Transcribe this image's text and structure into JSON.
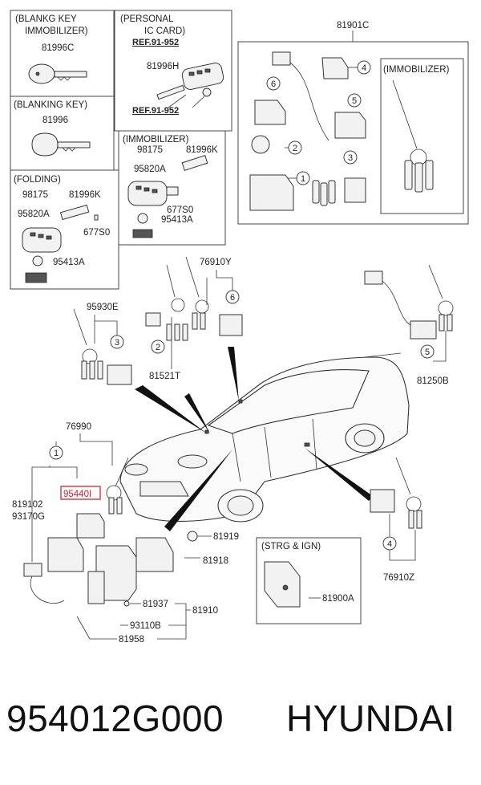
{
  "sections": {
    "blankg_key_immobilizer": {
      "line1": "(BLANKG KEY",
      "line2": "IMMOBILIZER)",
      "part": "81996C"
    },
    "personal_ic_card": {
      "line1": "(PERSONAL",
      "line2": "IC CARD)",
      "ref1": "REF.91-952",
      "part": "81996H",
      "ref2": "REF.91-952"
    },
    "blanking_key": {
      "title": "(BLANKING KEY)",
      "part": "81996"
    },
    "immobilizer_small": {
      "title": "(IMMOBILIZER)",
      "p1": "98175",
      "p2": "81996K",
      "p3": "95820A",
      "p4": "677S0",
      "p5": "95413A"
    },
    "folding": {
      "title": "(FOLDING)",
      "p1": "98175",
      "p2": "81996K",
      "p3": "95820A",
      "p4": "677S0",
      "p5": "95413A"
    },
    "group_81901c": {
      "part": "81901C",
      "sub_title": "(IMMOBILIZER)"
    },
    "strg_ign": {
      "title": "(STRG & IGN)",
      "part": "81900A"
    }
  },
  "parts": {
    "p95930E": "95930E",
    "p81521T": "81521T",
    "p76910Y": "76910Y",
    "p81250B": "81250B",
    "p76990": "76990",
    "p95440I": "95440I",
    "p819102": "819102",
    "p93170G": "93170G",
    "p81919": "81919",
    "p81918": "81918",
    "p81937": "81937",
    "p81910": "81910",
    "p93110B": "93110B",
    "p81958": "81958",
    "p76910Z": "76910Z"
  },
  "callouts": [
    "1",
    "2",
    "3",
    "4",
    "5",
    "6"
  ],
  "highlight_color": "#e0303a",
  "footer": {
    "part_number": "954012G000",
    "brand": "HYUNDAI"
  }
}
